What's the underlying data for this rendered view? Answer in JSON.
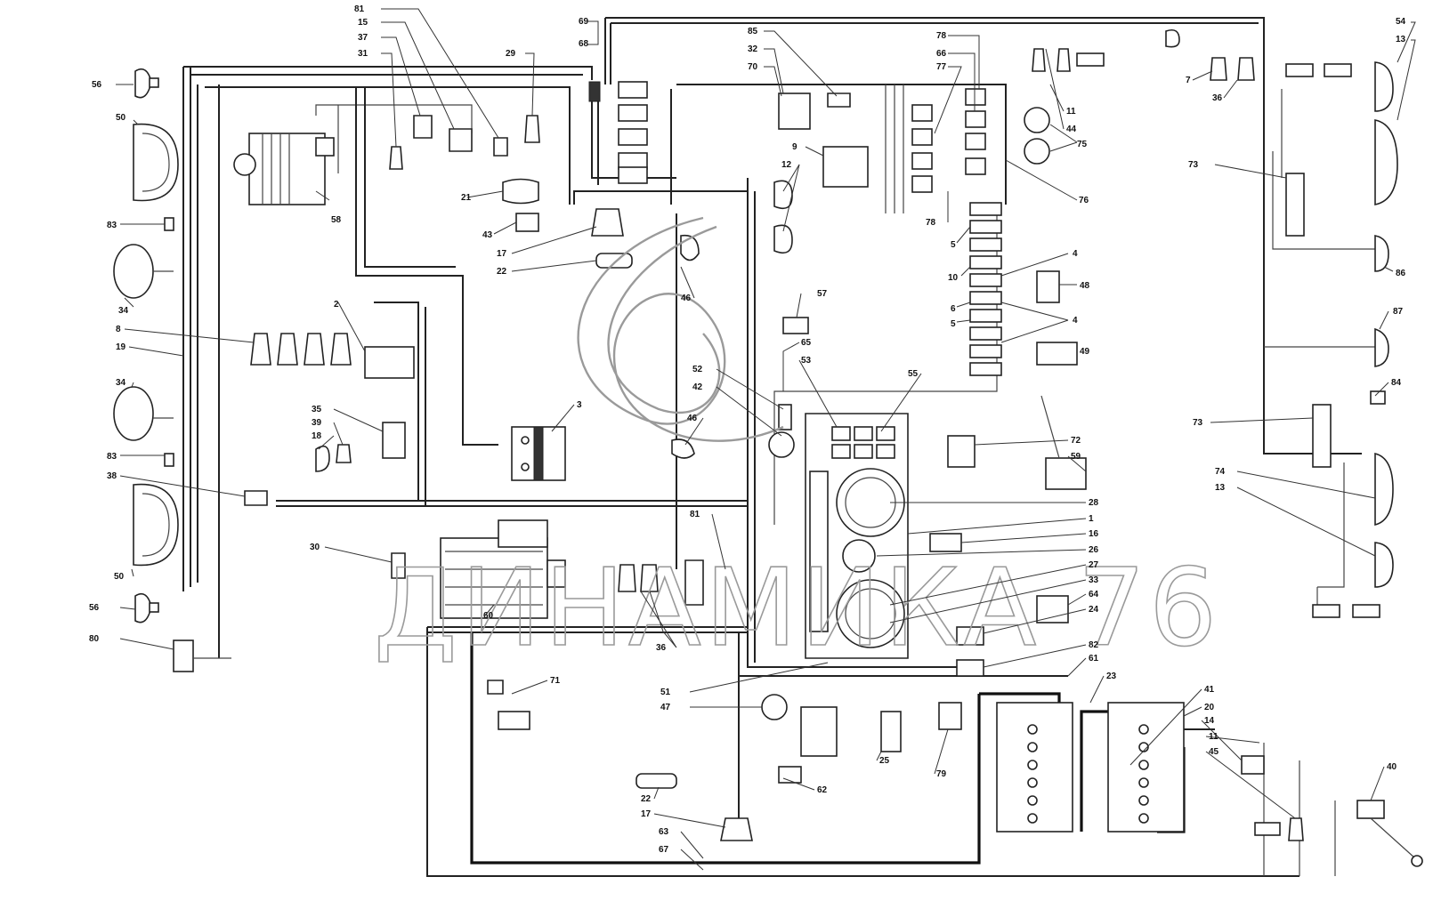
{
  "watermark": {
    "text": "ДИНАМИКА 76"
  },
  "labels": [
    {
      "id": "l81a",
      "text": "81"
    },
    {
      "id": "l15",
      "text": "15"
    },
    {
      "id": "l37",
      "text": "37"
    },
    {
      "id": "l31",
      "text": "31"
    },
    {
      "id": "l29",
      "text": "29"
    },
    {
      "id": "l69",
      "text": "69"
    },
    {
      "id": "l68",
      "text": "68"
    },
    {
      "id": "l85",
      "text": "85"
    },
    {
      "id": "l32",
      "text": "32"
    },
    {
      "id": "l70",
      "text": "70"
    },
    {
      "id": "l78a",
      "text": "78"
    },
    {
      "id": "l66",
      "text": "66"
    },
    {
      "id": "l77",
      "text": "77"
    },
    {
      "id": "l7",
      "text": "7"
    },
    {
      "id": "l36a",
      "text": "36"
    },
    {
      "id": "l54",
      "text": "54"
    },
    {
      "id": "l13a",
      "text": "13"
    },
    {
      "id": "l56a",
      "text": "56"
    },
    {
      "id": "l50a",
      "text": "50"
    },
    {
      "id": "l11a",
      "text": "11"
    },
    {
      "id": "l44",
      "text": "44"
    },
    {
      "id": "l75",
      "text": "75"
    },
    {
      "id": "l9",
      "text": "9"
    },
    {
      "id": "l12",
      "text": "12"
    },
    {
      "id": "l73a",
      "text": "73"
    },
    {
      "id": "l21",
      "text": "21"
    },
    {
      "id": "l58",
      "text": "58"
    },
    {
      "id": "l76",
      "text": "76"
    },
    {
      "id": "l83a",
      "text": "83"
    },
    {
      "id": "l43",
      "text": "43"
    },
    {
      "id": "l78b",
      "text": "78"
    },
    {
      "id": "l17a",
      "text": "17"
    },
    {
      "id": "l5a",
      "text": "5"
    },
    {
      "id": "l4a",
      "text": "4"
    },
    {
      "id": "l22a",
      "text": "22"
    },
    {
      "id": "l86",
      "text": "86"
    },
    {
      "id": "l10",
      "text": "10"
    },
    {
      "id": "l34a",
      "text": "34"
    },
    {
      "id": "l48",
      "text": "48"
    },
    {
      "id": "l46a",
      "text": "46"
    },
    {
      "id": "l57",
      "text": "57"
    },
    {
      "id": "l2",
      "text": "2"
    },
    {
      "id": "l87",
      "text": "87"
    },
    {
      "id": "l6",
      "text": "6"
    },
    {
      "id": "l8",
      "text": "8"
    },
    {
      "id": "l5b",
      "text": "5"
    },
    {
      "id": "l4b",
      "text": "4"
    },
    {
      "id": "l19",
      "text": "19"
    },
    {
      "id": "l65",
      "text": "65"
    },
    {
      "id": "l49",
      "text": "49"
    },
    {
      "id": "l53",
      "text": "53"
    },
    {
      "id": "l55",
      "text": "55"
    },
    {
      "id": "l52",
      "text": "52"
    },
    {
      "id": "l34b",
      "text": "34"
    },
    {
      "id": "l42",
      "text": "42"
    },
    {
      "id": "l84",
      "text": "84"
    },
    {
      "id": "l35",
      "text": "35"
    },
    {
      "id": "l3",
      "text": "3"
    },
    {
      "id": "l73b",
      "text": "73"
    },
    {
      "id": "l39",
      "text": "39"
    },
    {
      "id": "l46b",
      "text": "46"
    },
    {
      "id": "l18",
      "text": "18"
    },
    {
      "id": "l72",
      "text": "72"
    },
    {
      "id": "l83b",
      "text": "83"
    },
    {
      "id": "l59",
      "text": "59"
    },
    {
      "id": "l38",
      "text": "38"
    },
    {
      "id": "l74",
      "text": "74"
    },
    {
      "id": "l13b",
      "text": "13"
    },
    {
      "id": "l28",
      "text": "28"
    },
    {
      "id": "l1",
      "text": "1"
    },
    {
      "id": "l81b",
      "text": "81"
    },
    {
      "id": "l16",
      "text": "16"
    },
    {
      "id": "l30",
      "text": "30"
    },
    {
      "id": "l26",
      "text": "26"
    },
    {
      "id": "l27",
      "text": "27"
    },
    {
      "id": "l50b",
      "text": "50"
    },
    {
      "id": "l33",
      "text": "33"
    },
    {
      "id": "l64",
      "text": "64"
    },
    {
      "id": "l56b",
      "text": "56"
    },
    {
      "id": "l24",
      "text": "24"
    },
    {
      "id": "l60",
      "text": "60"
    },
    {
      "id": "l80",
      "text": "80"
    },
    {
      "id": "l36b",
      "text": "36"
    },
    {
      "id": "l82",
      "text": "82"
    },
    {
      "id": "l61",
      "text": "61"
    },
    {
      "id": "l23",
      "text": "23"
    },
    {
      "id": "l71",
      "text": "71"
    },
    {
      "id": "l51",
      "text": "51"
    },
    {
      "id": "l41",
      "text": "41"
    },
    {
      "id": "l47",
      "text": "47"
    },
    {
      "id": "l20",
      "text": "20"
    },
    {
      "id": "l14",
      "text": "14"
    },
    {
      "id": "l11b",
      "text": "11"
    },
    {
      "id": "l45",
      "text": "45"
    },
    {
      "id": "l25",
      "text": "25"
    },
    {
      "id": "l79",
      "text": "79"
    },
    {
      "id": "l40",
      "text": "40"
    },
    {
      "id": "l62",
      "text": "62"
    },
    {
      "id": "l22b",
      "text": "22"
    },
    {
      "id": "l17b",
      "text": "17"
    },
    {
      "id": "l63",
      "text": "63"
    },
    {
      "id": "l67",
      "text": "67"
    }
  ]
}
